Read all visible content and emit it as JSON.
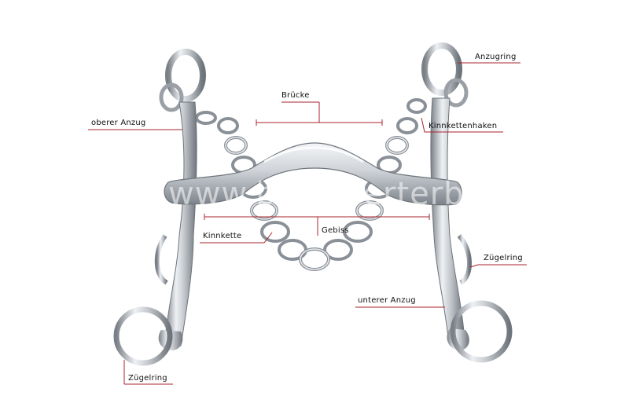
{
  "colors": {
    "leader_line": "#a8232c",
    "metal_light": "#f2f4f6",
    "metal_mid": "#c2c6cb",
    "metal_dark": "#6e747b"
  },
  "labels": {
    "anzugring": "Anzugring",
    "bruecke": "Brücke",
    "oberer_anzug": "oberer Anzug",
    "kinnkettenhaken": "Kinnkettenhaken",
    "kinnkette": "Kinnkette",
    "gebiss": "Gebiss",
    "zuegelring_right": "Zügelring",
    "unterer_anzug": "unterer Anzug",
    "zuegelring_left": "Zügelring"
  },
  "watermark": "www.bildwoerterbuch.com"
}
